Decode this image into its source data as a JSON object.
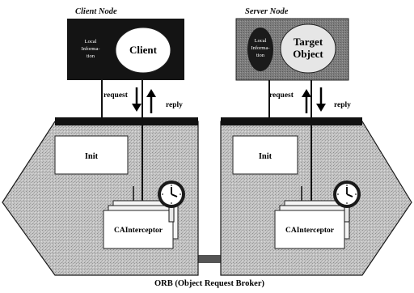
{
  "client_node": {
    "title": "Client Node",
    "local_info": [
      "Local",
      "Informa-",
      "tion"
    ],
    "client": "Client",
    "request": "request",
    "reply": "reply",
    "init": "Init",
    "interceptor": "CAInterceptor"
  },
  "server_node": {
    "title": "Server Node",
    "local_info": [
      "Local",
      "Informa-",
      "tion"
    ],
    "target_object": [
      "Target",
      "Object"
    ],
    "request": "request",
    "reply": "reply",
    "init": "Init",
    "interceptor": "CAInterceptor"
  },
  "orb_label": "ORB (Object Request Broker)",
  "icons": [
    "clock-icon",
    "arrow-down-icon",
    "arrow-up-icon"
  ],
  "colors": {
    "dark_box": "#141414",
    "server_box": "#8a8a8a",
    "client_ellipse": "#ffffff",
    "target_ellipse": "#e6e6e6",
    "orb_band": "#6a6a6a",
    "gray_panel": "#bdbdbd"
  }
}
